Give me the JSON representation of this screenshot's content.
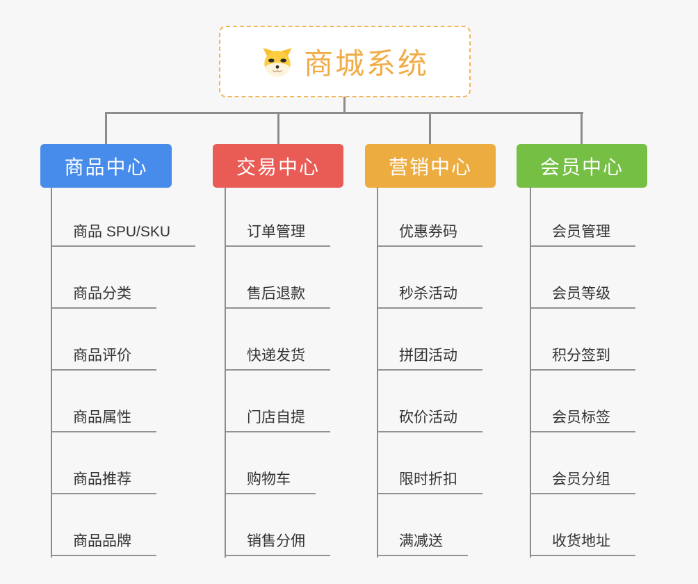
{
  "root": {
    "title": "商城系统",
    "icon": "dog-face-emoji",
    "title_color": "#f0ac47",
    "border_color": "#f4b45a",
    "background": "#ffffff"
  },
  "connectors": {
    "line_color": "#8c8c8c",
    "underline_color": "#929292"
  },
  "canvas_background": "#f7f7f7",
  "branches": [
    {
      "label": "商品中心",
      "color": "#478ceb",
      "children": [
        "商品 SPU/SKU",
        "商品分类",
        "商品评价",
        "商品属性",
        "商品推荐",
        "商品品牌"
      ]
    },
    {
      "label": "交易中心",
      "color": "#e95c55",
      "children": [
        "订单管理",
        "售后退款",
        "快递发货",
        "门店自提",
        "购物车",
        "销售分佣"
      ]
    },
    {
      "label": "营销中心",
      "color": "#ecac40",
      "children": [
        "优惠券码",
        "秒杀活动",
        "拼团活动",
        "砍价活动",
        "限时折扣",
        "满减送"
      ]
    },
    {
      "label": "会员中心",
      "color": "#74bf44",
      "children": [
        "会员管理",
        "会员等级",
        "积分签到",
        "会员标签",
        "会员分组",
        "收货地址"
      ]
    }
  ]
}
